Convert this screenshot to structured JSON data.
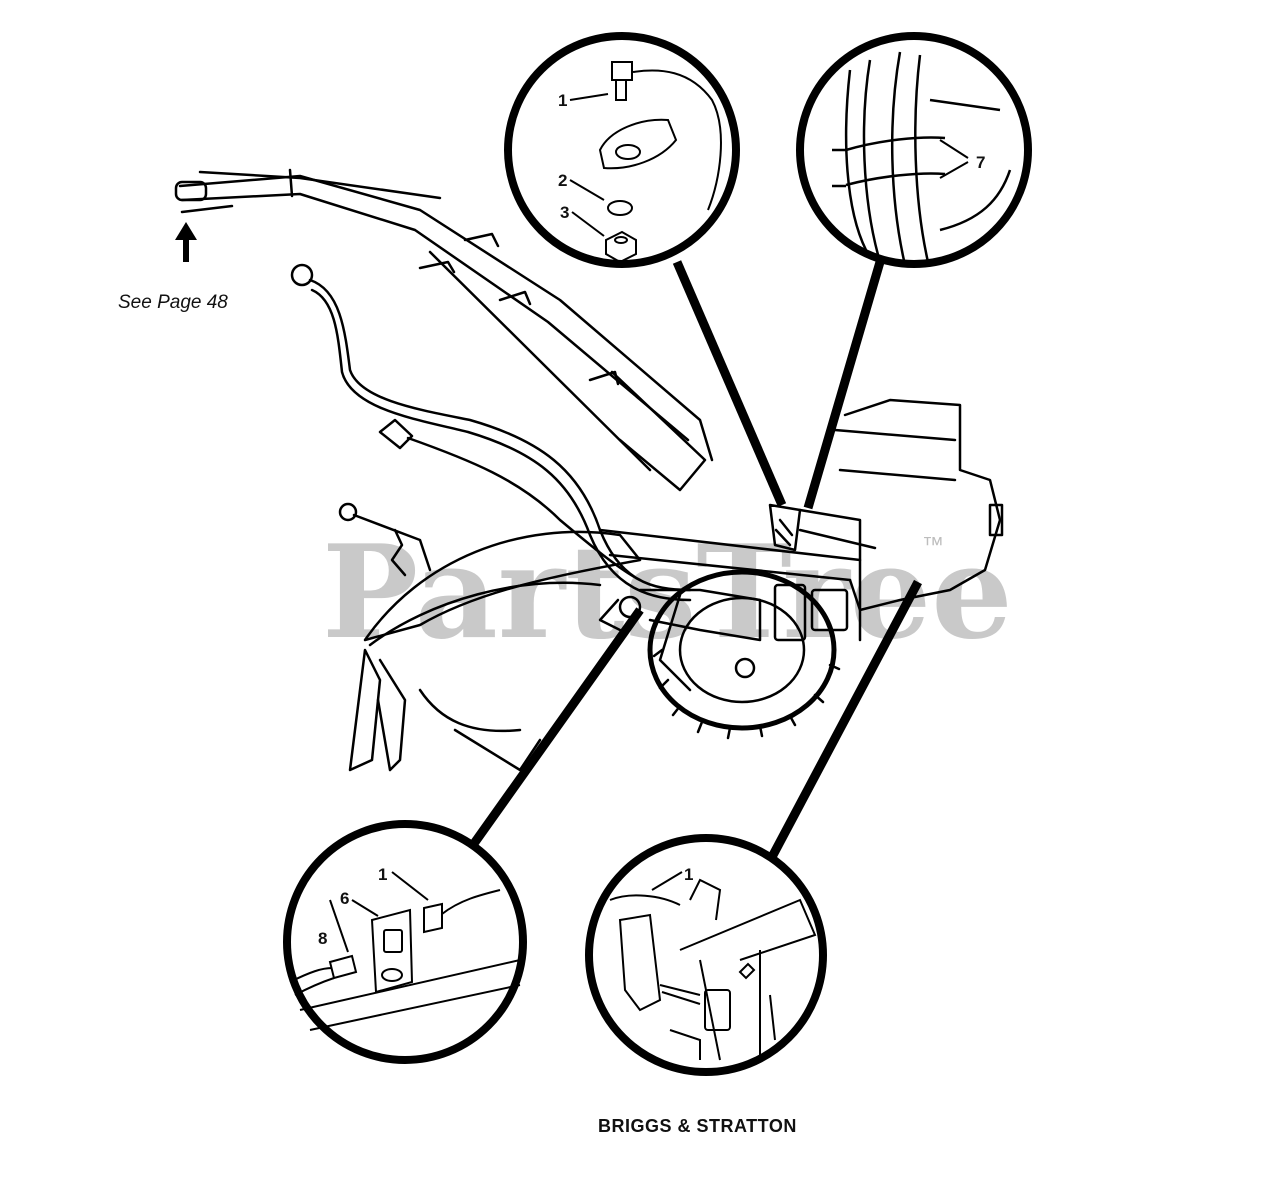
{
  "reference_note": "See Page 48",
  "caption": "BRIGGS & STRATTON",
  "watermark": {
    "text": "PartsTree",
    "trademark": "™"
  },
  "callouts": {
    "top_left_circle": [
      "1",
      "2",
      "3"
    ],
    "top_right_circle": [
      "7"
    ],
    "bottom_left_circle": [
      "1",
      "6",
      "8"
    ],
    "bottom_right_circle": [
      "1"
    ]
  }
}
